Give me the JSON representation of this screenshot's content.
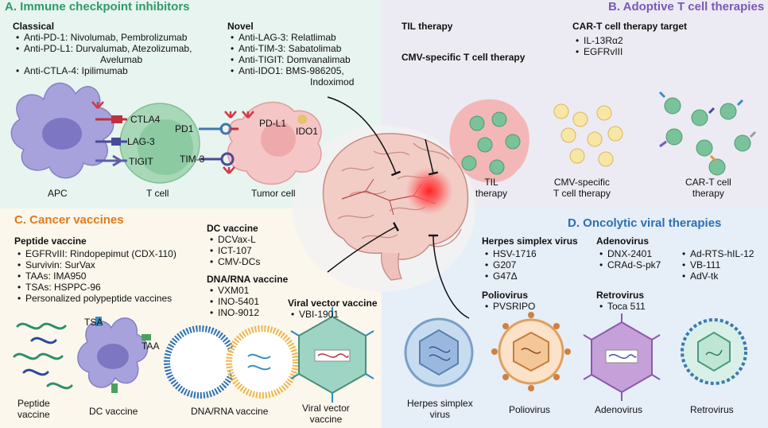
{
  "colors": {
    "a_title": "#2e9a6a",
    "b_title": "#7b58b8",
    "c_title": "#e07a1a",
    "d_title": "#2c6fb5"
  },
  "panel_a": {
    "title": "A. Immune checkpoint inhibitors",
    "classical": {
      "heading": "Classical",
      "items": [
        "Anti-PD-1: Nivolumab, Pembrolizumab",
        "Anti-PD-L1: Durvalumab, Atezolizumab,",
        "Avelumab",
        "Anti-CTLA-4: Ipilimumab"
      ]
    },
    "novel": {
      "heading": "Novel",
      "items": [
        "Anti-LAG-3: Relatlimab",
        "Anti-TIM-3: Sabatolimab",
        "Anti-TIGIT: Domvanalimab",
        "Anti-IDO1: BMS-986205,",
        "Indoximod"
      ]
    },
    "labels": {
      "ctla4": "CTLA4",
      "lag3": "LAG-3",
      "tigit": "TIGIT",
      "pd1": "PD1",
      "tim3": "TIM-3",
      "pdl1": "PD-L1",
      "ido1": "IDO1",
      "apc": "APC",
      "tcell": "T cell",
      "tumor": "Tumor cell"
    }
  },
  "panel_b": {
    "title": "B. Adoptive T cell therapies",
    "til": "TIL therapy",
    "cmv": "CMV-specific T cell therapy",
    "cart_heading": "CAR-T cell therapy target",
    "cart_items": [
      "IL-13Rα2",
      "EGFRvIII"
    ],
    "labels": {
      "til_1": "TIL",
      "til_2": "therapy",
      "cmv_1": "CMV-specific",
      "cmv_2": "T cell therapy",
      "cart_1": "CAR-T cell",
      "cart_2": "therapy"
    }
  },
  "panel_c": {
    "title": "C. Cancer vaccines",
    "peptide": {
      "heading": "Peptide vaccine",
      "items": [
        "EGFRvIII: Rindopepimut (CDX-110)",
        "Survivin: SurVax",
        "TAAs: IMA950",
        "TSAs: HSPPC-96",
        "Personalized polypeptide vaccines"
      ]
    },
    "dc": {
      "heading": "DC vaccine",
      "items": [
        "DCVax-L",
        "ICT-107",
        "CMV-DCs"
      ]
    },
    "dna": {
      "heading": "DNA/RNA vaccine",
      "items": [
        "VXM01",
        "INO-5401",
        "INO-9012"
      ]
    },
    "viral": {
      "heading": "Viral vector vaccine",
      "items": [
        "VBI-1901"
      ]
    },
    "labels": {
      "tsa": "TSA",
      "taa": "TAA",
      "peptide_1": "Peptide",
      "peptide_2": "vaccine",
      "dc_vac": "DC vaccine",
      "dna_vac": "DNA/RNA vaccine",
      "vv_1": "Viral vector",
      "vv_2": "vaccine"
    }
  },
  "panel_d": {
    "title": "D. Oncolytic viral therapies",
    "hsv": {
      "heading": "Herpes simplex virus",
      "items": [
        "HSV-1716",
        "G207",
        "G47Δ"
      ]
    },
    "polio": {
      "heading": "Poliovirus",
      "items": [
        "PVSRIPO"
      ]
    },
    "adeno": {
      "heading": "Adenovirus",
      "items": [
        "DNX-2401",
        "CRAd-S-pk7"
      ]
    },
    "adeno_more": [
      "Ad-RTS-hIL-12",
      "VB-111",
      "AdV-tk"
    ],
    "retro": {
      "heading": "Retrovirus",
      "items": [
        "Toca 511"
      ]
    },
    "labels": {
      "hsv_1": "Herpes simplex",
      "hsv_2": "virus",
      "polio": "Poliovirus",
      "adeno": "Adenovirus",
      "retro": "Retrovirus"
    }
  }
}
